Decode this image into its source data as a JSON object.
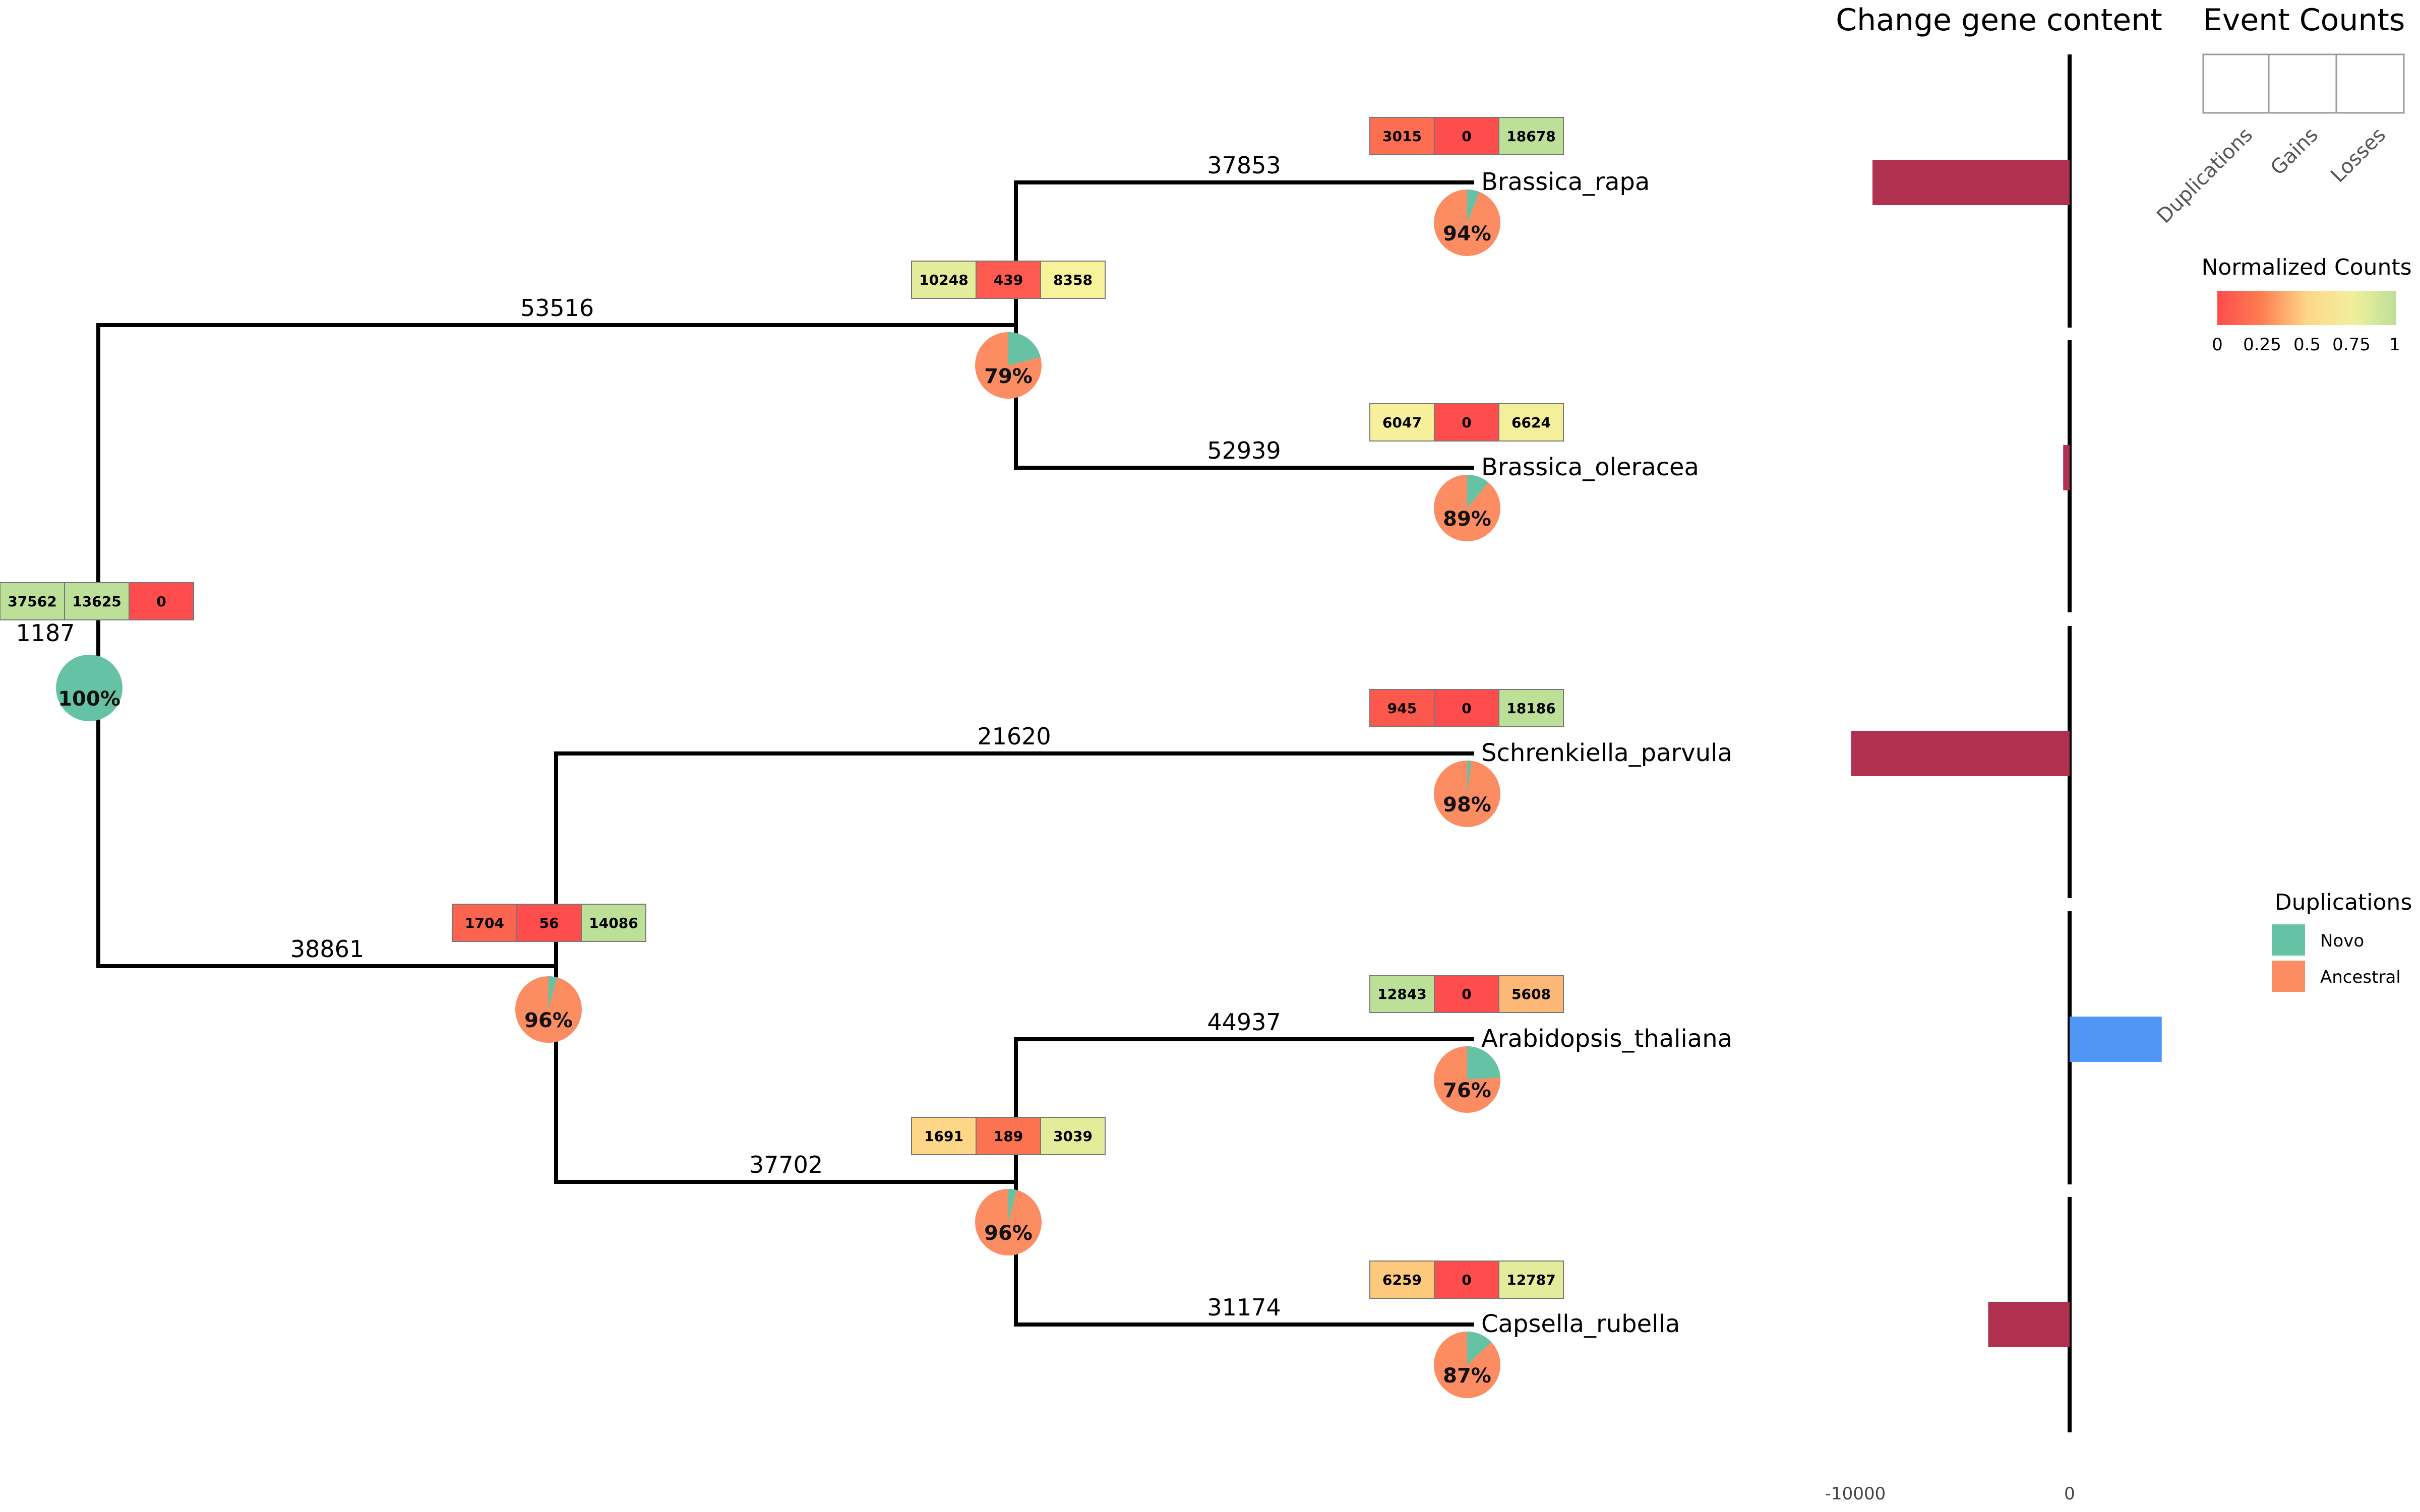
{
  "panels": {
    "change_title": "Change gene content",
    "events_title": "Event Counts"
  },
  "event_columns": [
    "Duplications",
    "Gains",
    "Losses"
  ],
  "gradient_legend": {
    "title": "Normalized Counts",
    "ticks": [
      "0",
      "0.25",
      "0.5",
      "0.75",
      "1"
    ],
    "colors": [
      "#ff4c4c",
      "#fd7f52",
      "#fdd787",
      "#f2ef9c",
      "#bde098"
    ]
  },
  "dup_legend": {
    "title": "Duplications",
    "items": [
      {
        "label": "Novo",
        "color": "#66c2a5"
      },
      {
        "label": "Ancestral",
        "color": "#fc8d62"
      }
    ]
  },
  "colors": {
    "novo": "#66c2a5",
    "ancestral": "#fc8d62",
    "bar_negative": "#b03050",
    "bar_positive": "#5096f5",
    "tree_line": "#000000"
  },
  "chart_data": [
    {
      "type": "tree",
      "nodes": [
        {
          "id": "root",
          "branch_length": "1187",
          "novo_pct": 100,
          "pct_label": "100%",
          "counts": [
            "37562",
            "13625",
            "0"
          ],
          "count_colors": [
            "#bde098",
            "#bde098",
            "#ff4c4c"
          ]
        },
        {
          "id": "brassica_anc",
          "parent": "root",
          "branch_length": "53516",
          "novo_pct": 21,
          "pct_label": "79%",
          "counts": [
            "10248",
            "439",
            "8358"
          ],
          "count_colors": [
            "#e3ec9a",
            "#ff5a4f",
            "#f8f29a"
          ]
        },
        {
          "id": "Brassica_rapa",
          "parent": "brassica_anc",
          "label": "Brassica_rapa",
          "branch_length": "37853",
          "novo_pct": 6,
          "pct_label": "94%",
          "counts": [
            "3015",
            "0",
            "18678"
          ],
          "count_colors": [
            "#fd6e50",
            "#ff4c4c",
            "#bde098"
          ]
        },
        {
          "id": "Brassica_oleracea",
          "parent": "brassica_anc",
          "label": "Brassica_oleracea",
          "branch_length": "52939",
          "novo_pct": 11,
          "pct_label": "89%",
          "counts": [
            "6047",
            "0",
            "6624"
          ],
          "count_colors": [
            "#f6f09a",
            "#ff4c4c",
            "#f4ef9a"
          ]
        },
        {
          "id": "lower_anc",
          "parent": "root",
          "branch_length": "38861",
          "novo_pct": 4,
          "pct_label": "96%",
          "counts": [
            "1704",
            "56",
            "14086"
          ],
          "count_colors": [
            "#fd6450",
            "#ff4c4c",
            "#bde098"
          ]
        },
        {
          "id": "Schrenkiella_parvula",
          "parent": "lower_anc",
          "label": "Schrenkiella_parvula",
          "branch_length": "21620",
          "novo_pct": 2,
          "pct_label": "98%",
          "counts": [
            "945",
            "0",
            "18186"
          ],
          "count_colors": [
            "#fd584e",
            "#ff4c4c",
            "#bde098"
          ]
        },
        {
          "id": "arab_caps_anc",
          "parent": "lower_anc",
          "branch_length": "37702",
          "novo_pct": 4,
          "pct_label": "96%",
          "counts": [
            "1691",
            "189",
            "3039"
          ],
          "count_colors": [
            "#fdd787",
            "#fd7352",
            "#e3ec9a"
          ]
        },
        {
          "id": "Arabidopsis_thaliana",
          "parent": "arab_caps_anc",
          "label": "Arabidopsis_thaliana",
          "branch_length": "44937",
          "novo_pct": 24,
          "pct_label": "76%",
          "counts": [
            "12843",
            "0",
            "5608"
          ],
          "count_colors": [
            "#bde098",
            "#ff4c4c",
            "#fdb877"
          ]
        },
        {
          "id": "Capsella_rubella",
          "parent": "arab_caps_anc",
          "label": "Capsella_rubella",
          "branch_length": "31174",
          "novo_pct": 13,
          "pct_label": "87%",
          "counts": [
            "6259",
            "0",
            "12787"
          ],
          "count_colors": [
            "#fdc97d",
            "#ff4c4c",
            "#e3ec9a"
          ]
        }
      ]
    },
    {
      "type": "bar",
      "orientation": "horizontal",
      "title": "Change gene content",
      "categories": [
        "Brassica_rapa",
        "Brassica_oleracea",
        "Schrenkiella_parvula",
        "Arabidopsis_thaliana",
        "Capsella_rubella"
      ],
      "values": [
        -9200,
        -300,
        -10200,
        4300,
        -3800
      ],
      "x_ticks": [
        -10000,
        0
      ],
      "x_tick_labels": [
        "-10000",
        "0"
      ],
      "xlim": [
        -12000,
        5500
      ]
    }
  ]
}
